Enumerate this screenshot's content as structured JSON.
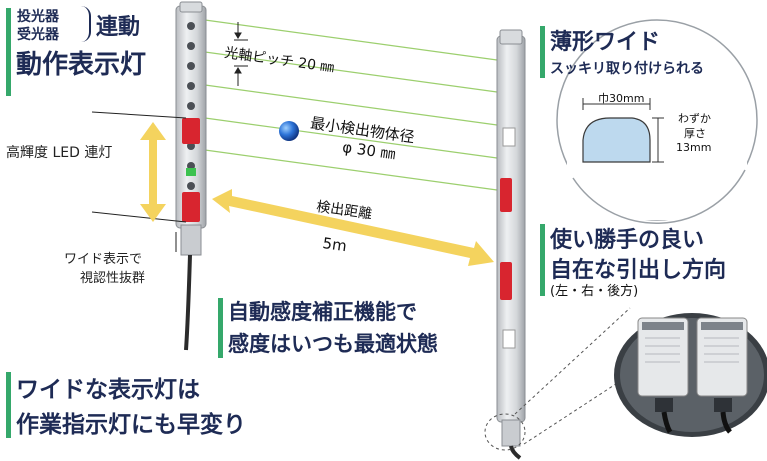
{
  "top_left": {
    "emitter": "投光器",
    "receiver": "受光器",
    "linked": "連動",
    "line2": "動作表示灯"
  },
  "left_labels": {
    "led": "高輝度 LED 連灯",
    "wide_line1": "ワイド表示で",
    "wide_line2": "視認性抜群"
  },
  "middle": {
    "pitch": "光軸ピッチ 20 ㎜",
    "min_object_line1": "最小検出物体径",
    "min_object_line2": "φ 30 ㎜",
    "distance_label": "検出距離",
    "distance_value": "5m"
  },
  "center_feature": {
    "line1": "自動感度補正機能で",
    "line2": "感度はいつも最適状態"
  },
  "bottom_feature": {
    "line1": "ワイドな表示灯は",
    "line2": "作業指示灯にも早変り"
  },
  "right_top": {
    "title": "薄形ワイド",
    "subtitle": "スッキリ取り付けられる",
    "width": "巾30mm",
    "thin1": "わずか",
    "thin2": "厚さ",
    "thickness": "13mm"
  },
  "right_mid": {
    "line1": "使い勝手の良い",
    "line2": "自在な引出し方向",
    "note": "(左・右・後方)"
  },
  "colors": {
    "accent_green": "#35a86b",
    "heading_navy": "#1e2b55",
    "arrow_yellow": "#f4d35e",
    "beam_green": "#9ccf6e",
    "led_red": "#d8252f"
  }
}
